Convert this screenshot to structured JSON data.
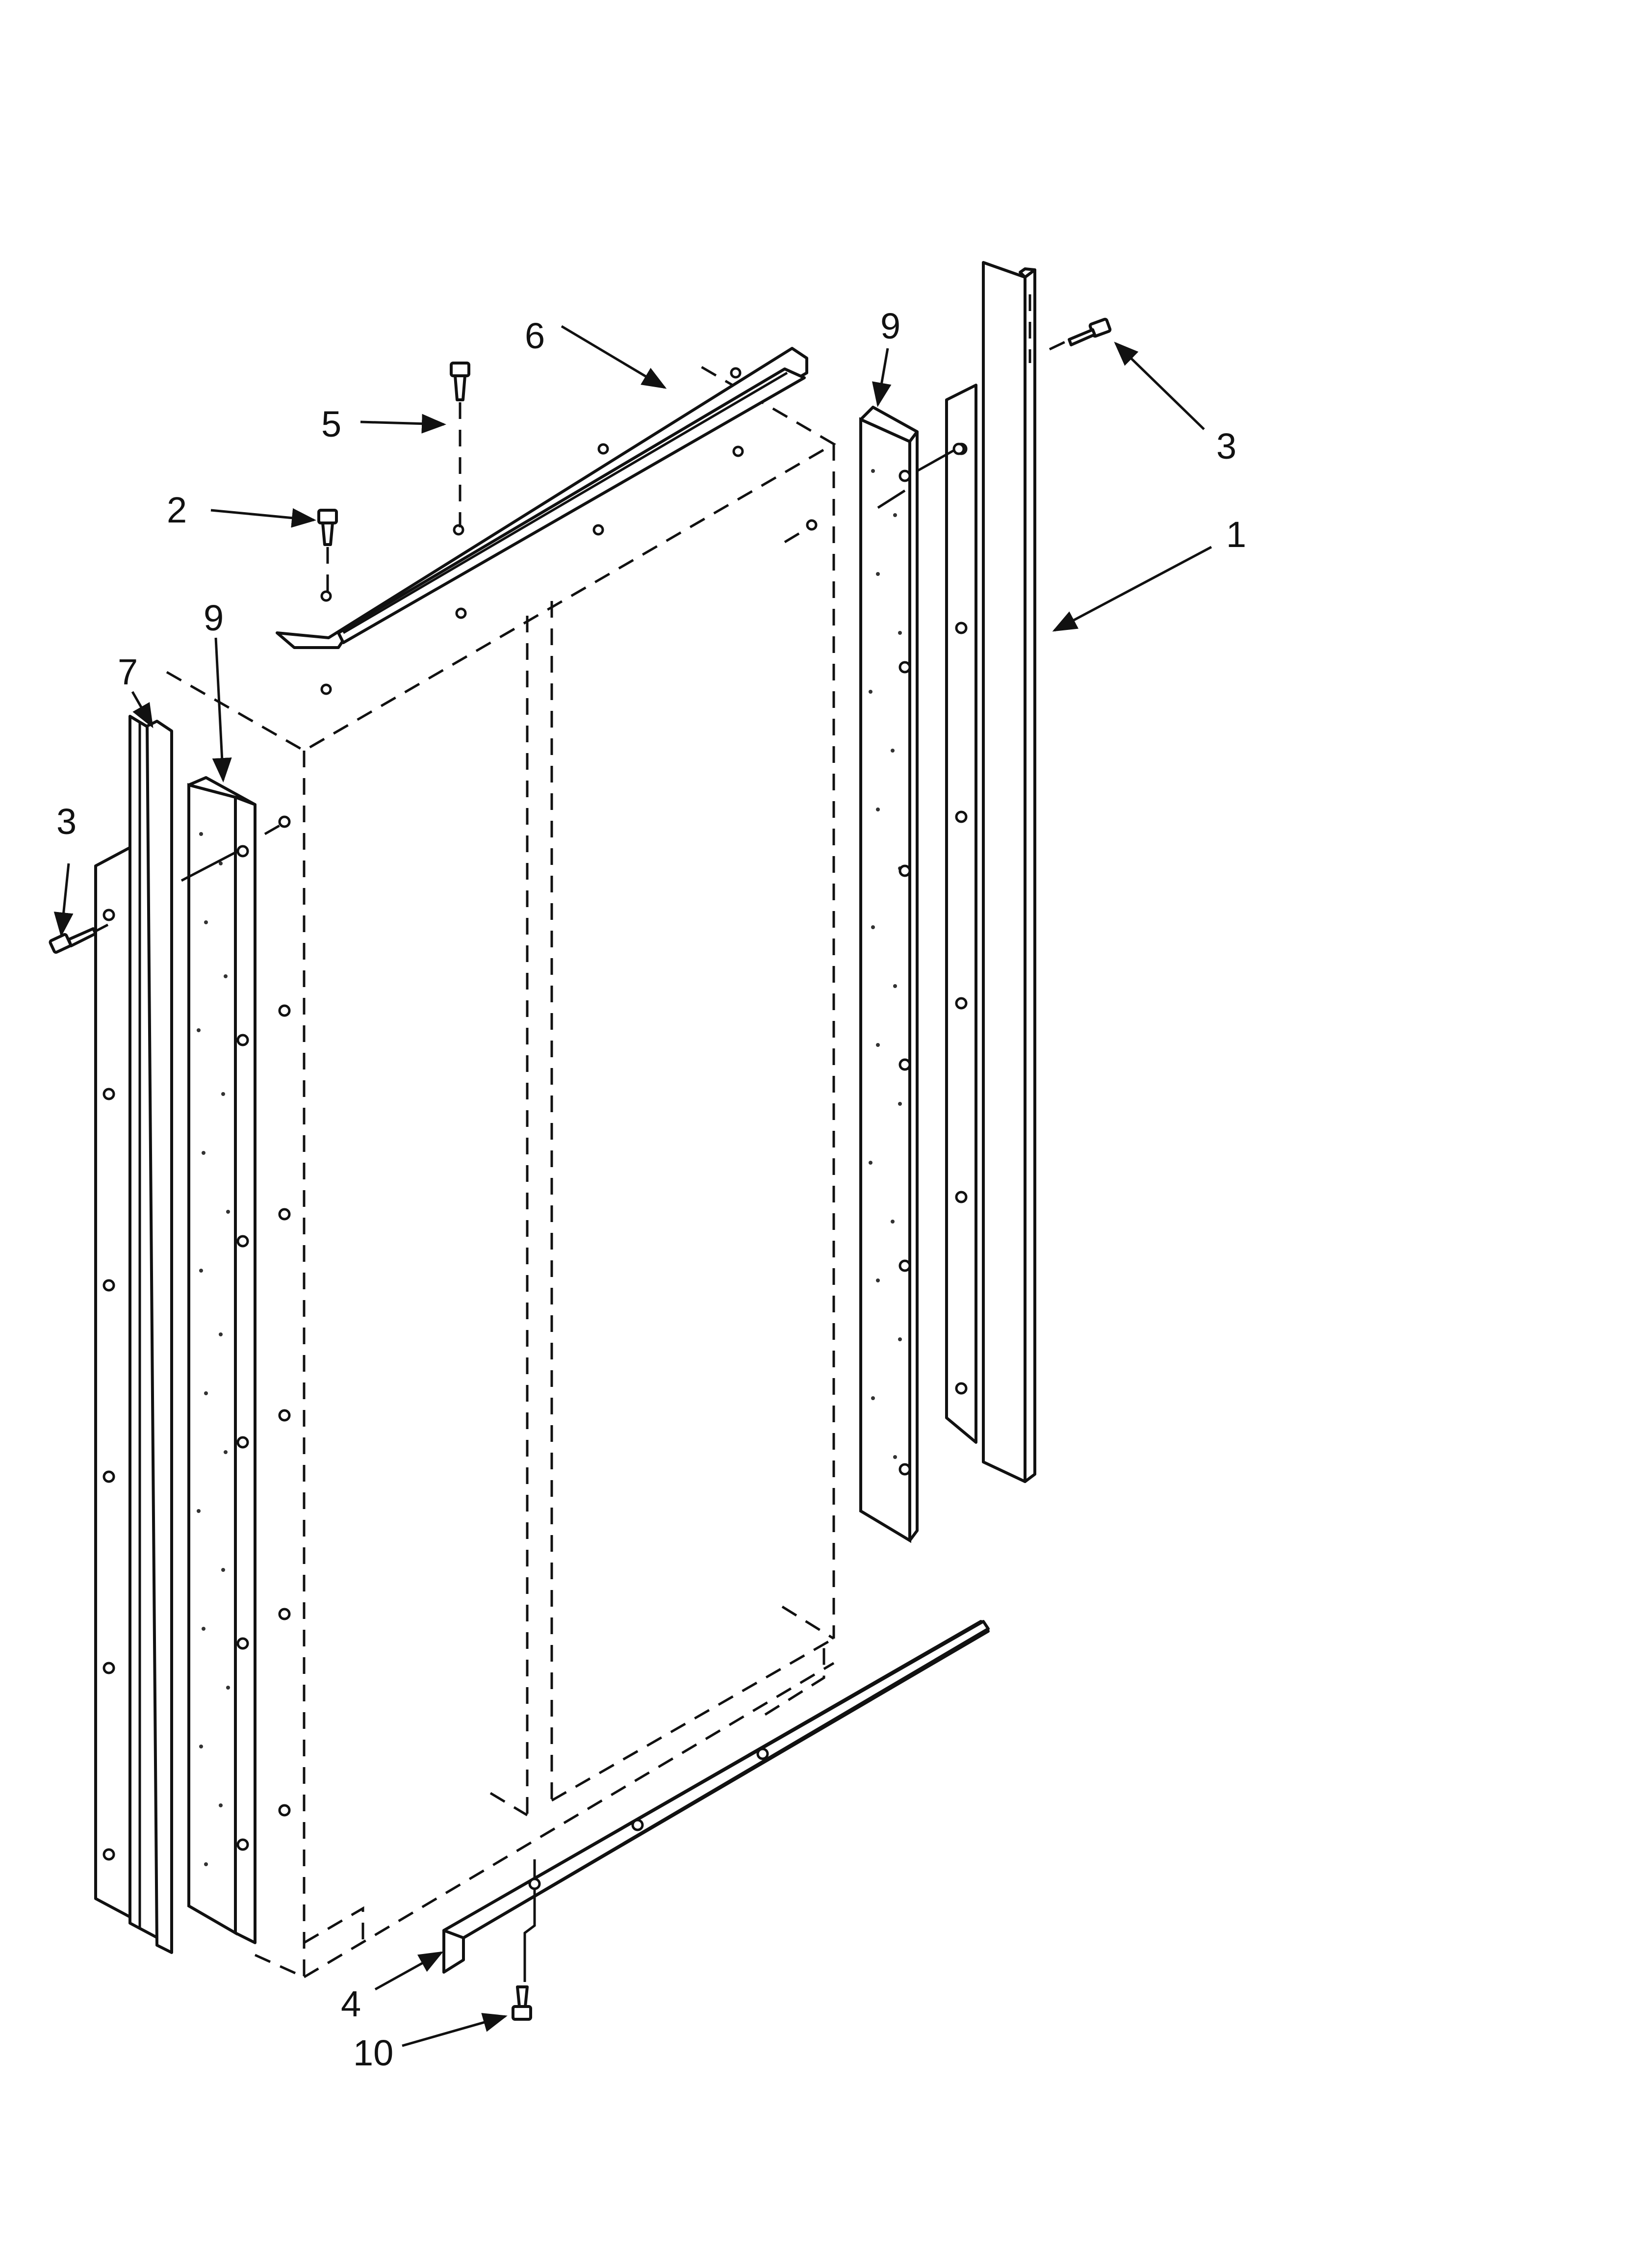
{
  "diagram": {
    "callouts": [
      {
        "id": "c1",
        "label": "1"
      },
      {
        "id": "c2",
        "label": "2"
      },
      {
        "id": "c3a",
        "label": "3"
      },
      {
        "id": "c3b",
        "label": "3"
      },
      {
        "id": "c4",
        "label": "4"
      },
      {
        "id": "c5",
        "label": "5"
      },
      {
        "id": "c6",
        "label": "6"
      },
      {
        "id": "c7",
        "label": "7"
      },
      {
        "id": "c9a",
        "label": "9"
      },
      {
        "id": "c9b",
        "label": "9"
      },
      {
        "id": "c10",
        "label": "10"
      }
    ]
  }
}
